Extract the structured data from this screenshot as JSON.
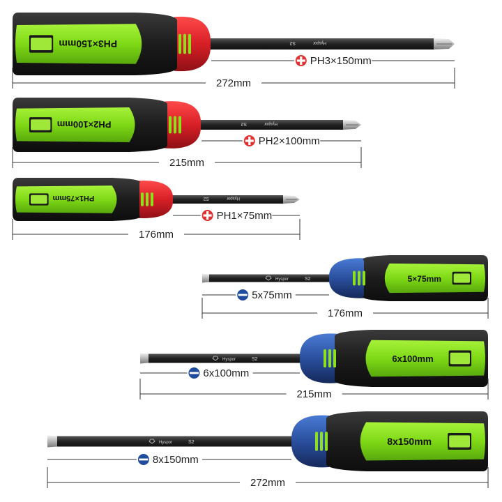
{
  "colors": {
    "green": "#7fd916",
    "black": "#1c1c1c",
    "red_collar": "#d71f26",
    "blue_collar": "#2a4f9e",
    "shaft": "#2b2b2b",
    "line": "#333333"
  },
  "brand": "Hyspor",
  "steel_mark": "S2",
  "phillips": [
    {
      "handle_text": "PH3×150mm",
      "tip_label": "PH3×150mm",
      "length_label": "272mm",
      "icon": "phillips-cross-icon"
    },
    {
      "handle_text": "PH2×100mm",
      "tip_label": "PH2×100mm",
      "length_label": "215mm",
      "icon": "phillips-cross-icon"
    },
    {
      "handle_text": "PH1×75mm",
      "tip_label": "PH1×75mm",
      "length_label": "176mm",
      "icon": "phillips-cross-icon"
    }
  ],
  "slotted": [
    {
      "handle_text": "5×75mm",
      "tip_label": "5x75mm",
      "length_label": "176mm",
      "icon": "slotted-dash-icon"
    },
    {
      "handle_text": "6x100mm",
      "tip_label": "6x100mm",
      "length_label": "215mm",
      "icon": "slotted-dash-icon"
    },
    {
      "handle_text": "8x150mm",
      "tip_label": "8x150mm",
      "length_label": "272mm",
      "icon": "slotted-dash-icon"
    }
  ]
}
